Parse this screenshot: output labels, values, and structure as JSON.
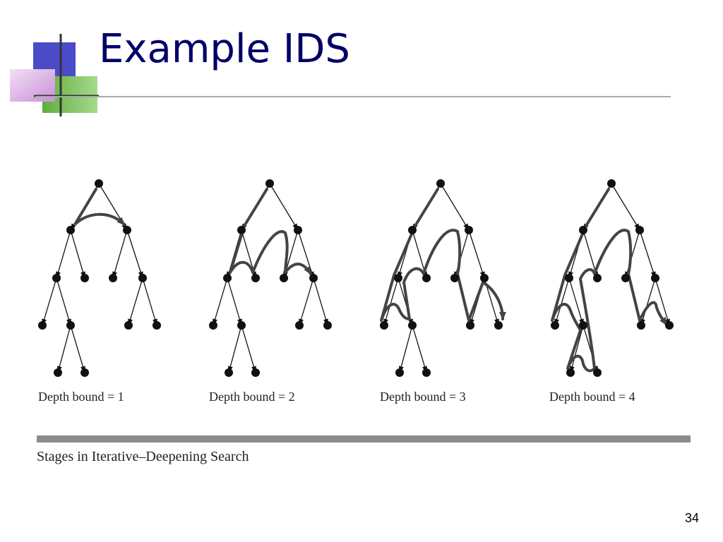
{
  "slide": {
    "title": "Example IDS",
    "page_number": "34",
    "caption": "Stages in Iterative–Deepening Search",
    "accent_colors": {
      "blue": "#4b4bc8",
      "green": "#6ab34a",
      "pink": "#d9a8e0",
      "title": "#000066"
    }
  },
  "diagram": {
    "panels": [
      {
        "label": "Depth bound = 1"
      },
      {
        "label": "Depth bound = 2"
      },
      {
        "label": "Depth bound = 3"
      },
      {
        "label": "Depth bound = 4"
      }
    ]
  }
}
